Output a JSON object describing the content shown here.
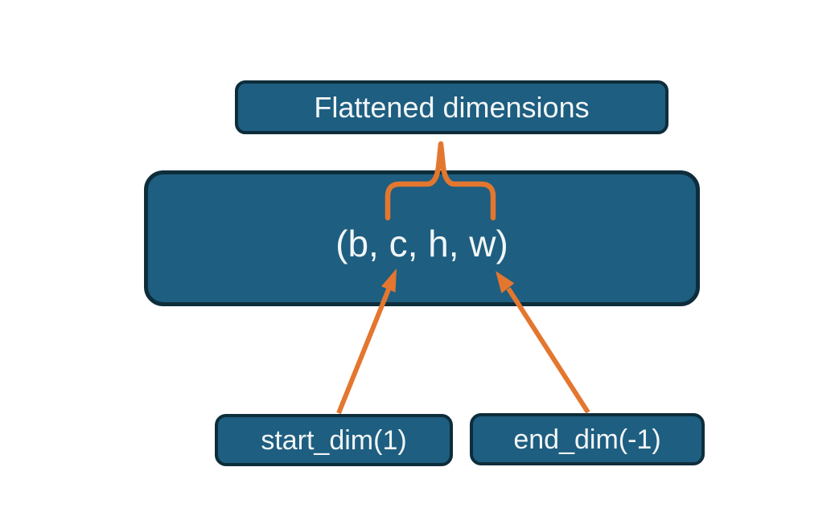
{
  "diagram": {
    "nodes": {
      "flattened": {
        "label": "Flattened dimensions"
      },
      "tensor": {
        "label": "(b, c, h, w)"
      },
      "start_dim": {
        "label": "start_dim(1)"
      },
      "end_dim": {
        "label": "end_dim(-1)"
      }
    },
    "colors": {
      "box_fill": "#1E5E80",
      "box_border": "#0E2D3B",
      "connector_orange": "#E3772F",
      "label_text": "#F2F6F7",
      "background": "#FFFFFF"
    }
  }
}
